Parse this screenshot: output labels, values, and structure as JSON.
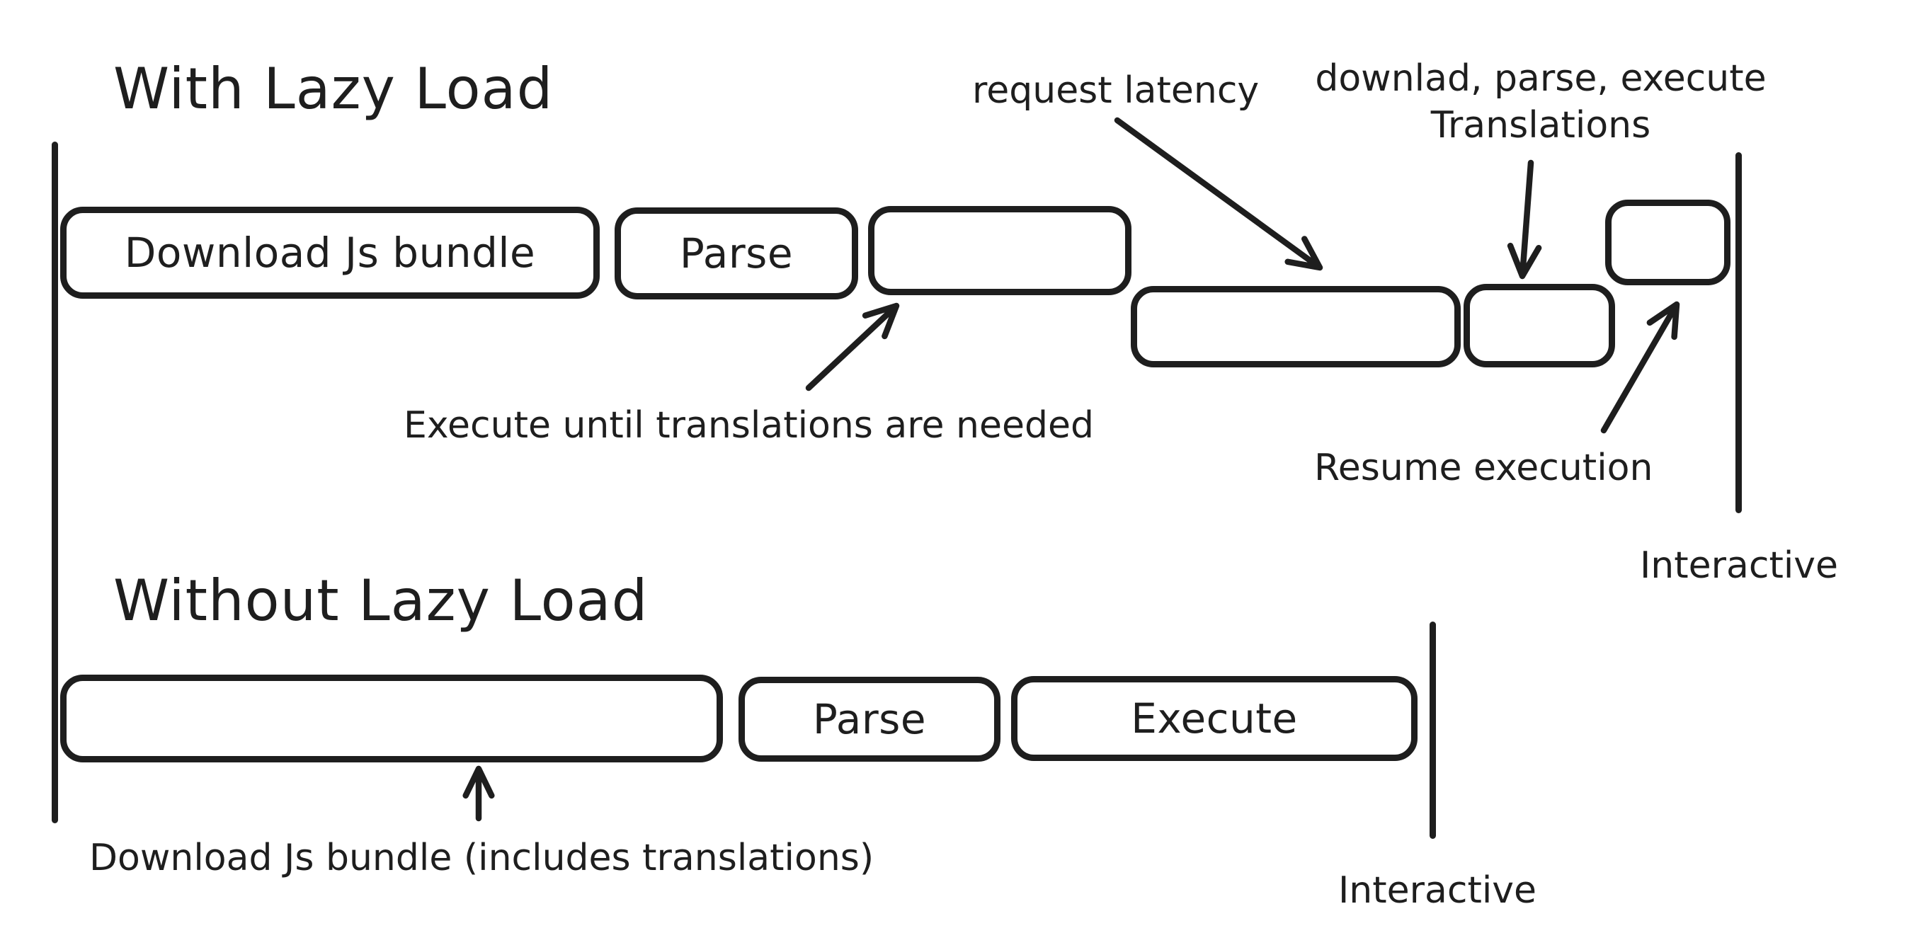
{
  "colors": {
    "ink": "#1e1e1e",
    "background": "#ffffff"
  },
  "with_lazy_load": {
    "title": "With Lazy Load",
    "box_download": "Download Js bundle",
    "box_parse": "Parse",
    "box_execute_until": "",
    "box_request_latency": "",
    "box_translations": "",
    "box_resume": "",
    "annotation_request_latency": "request latency",
    "annotation_download_parse_execute": "downlad, parse, execute\nTranslations",
    "annotation_execute_until": "Execute until translations are needed",
    "annotation_resume": "Resume execution",
    "interactive_label": "Interactive"
  },
  "without_lazy_load": {
    "title": "Without Lazy Load",
    "box_download": "",
    "box_parse": "Parse",
    "box_execute": "Execute",
    "annotation_download": "Download Js bundle (includes translations)",
    "interactive_label": "Interactive"
  },
  "icons": {
    "arrows": [
      "up-right-arrow-to-execute-until-box",
      "down-right-arrow-to-request-latency-box",
      "down-arrow-to-translations-box",
      "up-right-arrow-to-resume-box",
      "up-arrow-to-download-bundle-box"
    ]
  }
}
